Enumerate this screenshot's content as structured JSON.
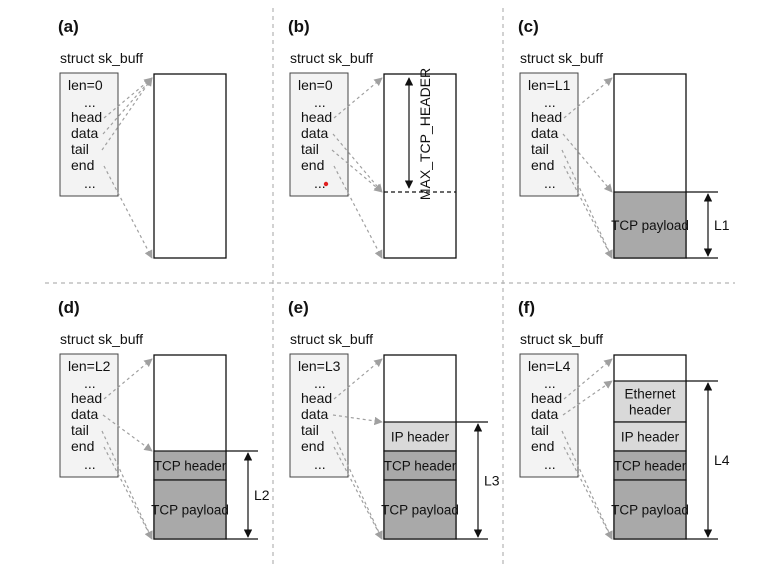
{
  "struct_title": "struct sk_buff",
  "fields": [
    "head",
    "data",
    "tail",
    "end"
  ],
  "ellipsis": "...",
  "panels": [
    {
      "label": "(a)",
      "len": "len=0",
      "dimension": ""
    },
    {
      "label": "(b)",
      "len": "len=0",
      "reserve_label": "MAX_TCP_HEADER",
      "dimension": ""
    },
    {
      "label": "(c)",
      "len": "len=L1",
      "segments": [
        "TCP payload"
      ],
      "dimension": "L1"
    },
    {
      "label": "(d)",
      "len": "len=L2",
      "segments": [
        "TCP header",
        "TCP payload"
      ],
      "dimension": "L2"
    },
    {
      "label": "(e)",
      "len": "len=L3",
      "segments": [
        "IP header",
        "TCP header",
        "TCP payload"
      ],
      "dimension": "L3"
    },
    {
      "label": "(f)",
      "len": "len=L4",
      "segments": [
        "Ethernet header",
        "IP header",
        "TCP header",
        "TCP payload"
      ],
      "dimension": "L4"
    }
  ],
  "colors": {
    "header_fill": "#d9d9d9",
    "payload_fill": "#a9a9a9",
    "pointer": "#a0a0a0"
  }
}
